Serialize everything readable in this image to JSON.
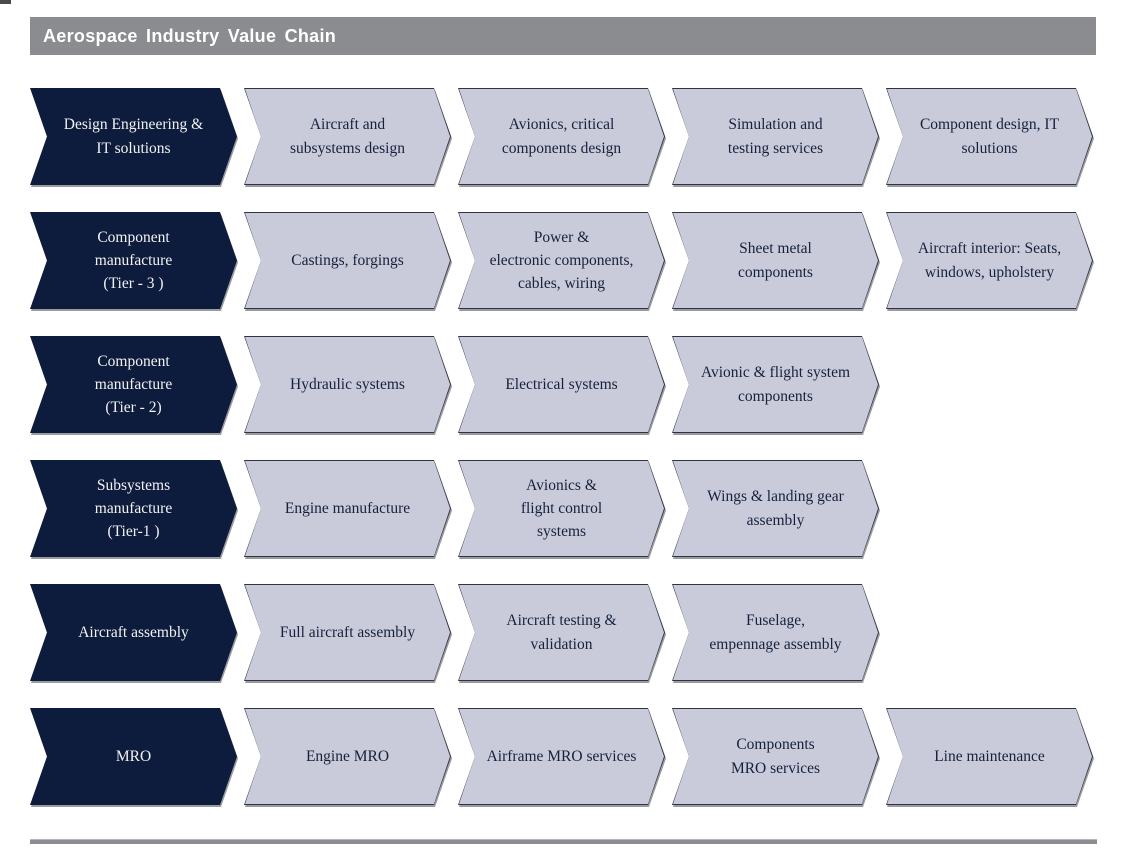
{
  "page": {
    "title_bar": {
      "title": "Aerospace Industry Value Chain"
    }
  },
  "colors": {
    "header_bg": "#8a8c8f",
    "header_text": "#ffffff",
    "category_fill": "#0d1b3c",
    "category_text": "#f2f2f2",
    "step_fill": "#c9cbda",
    "step_border": "#2f3440",
    "step_text": "#16213c",
    "rule": "#8b8d92"
  },
  "rows": [
    {
      "category": "Design Engineering &\nIT solutions",
      "steps": [
        "Aircraft and\nsubsystems design",
        "Avionics, critical\ncomponents design",
        "Simulation and\ntesting services",
        "Component design, IT\nsolutions"
      ]
    },
    {
      "category": "Component\nmanufacture\n(Tier - 3 )",
      "steps": [
        "Castings, forgings",
        "Power &\nelectronic components,\ncables, wiring",
        "Sheet metal\ncomponents",
        "Aircraft interior: Seats,\nwindows, upholstery"
      ]
    },
    {
      "category": "Component\nmanufacture\n(Tier - 2)",
      "steps": [
        "Hydraulic systems",
        "Electrical systems",
        "Avionic & flight system\ncomponents"
      ]
    },
    {
      "category": "Subsystems\nmanufacture\n(Tier-1 )",
      "steps": [
        "Engine manufacture",
        "Avionics &\nflight control\nsystems",
        "Wings & landing gear\nassembly"
      ]
    },
    {
      "category": "Aircraft assembly",
      "steps": [
        "Full aircraft assembly",
        "Aircraft testing &\nvalidation",
        "Fuselage,\nempennage assembly"
      ]
    },
    {
      "category": "MRO",
      "steps": [
        "Engine MRO",
        "Airframe MRO services",
        "Components\nMRO services",
        "Line maintenance"
      ]
    }
  ]
}
